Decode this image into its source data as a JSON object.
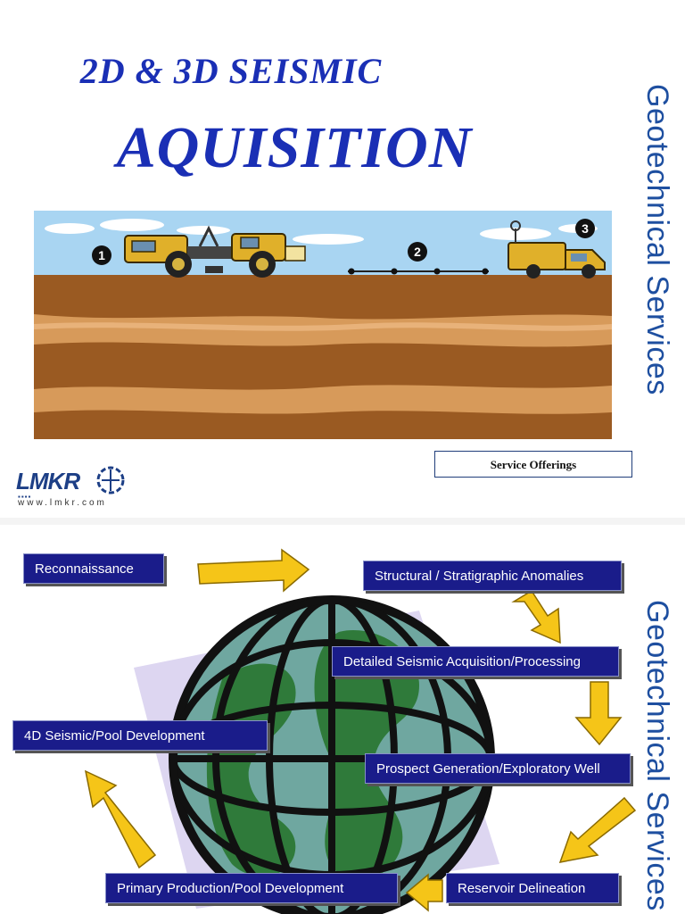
{
  "slide1": {
    "title_line1": "2D & 3D SEISMIC",
    "title_line2": "AQUISITION",
    "side_text": "Geotechnical Services",
    "scene_labels": [
      "1",
      "2",
      "3"
    ],
    "button_label": "Service Offerings",
    "logo_text": "LMKR",
    "logo_dots": "▪▪▪▪",
    "logo_url": "www.lmkr.com"
  },
  "slide2": {
    "side_text": "Geotechnical Services",
    "steps": {
      "reconnaissance": "Reconnaissance",
      "structural": "Structural / Stratigraphic Anomalies",
      "detailed": "Detailed Seismic Acquisition/Processing",
      "pool_4d": "4D Seismic/Pool Development",
      "prospect": "Prospect Generation/Exploratory Well",
      "primary": "Primary Production/Pool Development",
      "reservoir": "Reservoir Delineation"
    }
  },
  "colors": {
    "title_blue": "#1a2fb5",
    "side_blue": "#1e4fa0",
    "step_fill": "#1a1c8a",
    "arrow_yellow": "#f5c518",
    "sky": "#a8d4f0",
    "soil_dark": "#9a5a22",
    "soil_light": "#d99a5c"
  }
}
